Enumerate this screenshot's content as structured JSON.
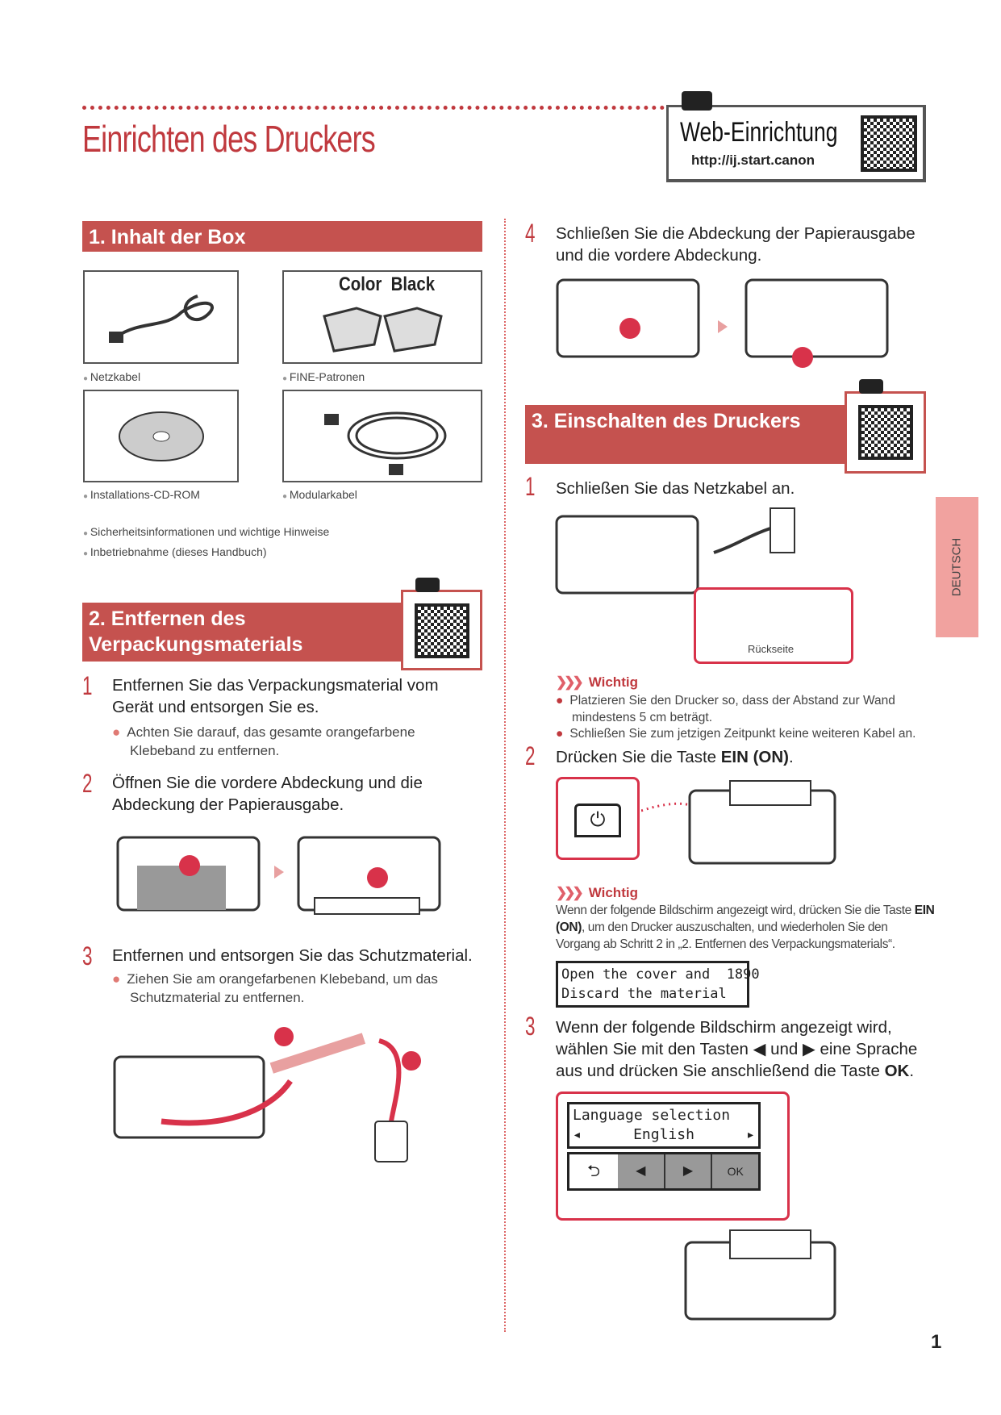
{
  "header": {
    "title": "Einrichten des Druckers",
    "web_title": "Web-Einrichtung",
    "web_url": "http://ij.start.canon"
  },
  "section1": {
    "title": "1. Inhalt der Box",
    "items": [
      "Netzkabel",
      "FINE-Patronen",
      "Installations-CD-ROM",
      "Modularkabel"
    ],
    "cartridge_labels": [
      "Color",
      "Black"
    ],
    "extra": [
      "Sicherheitsinformationen und wichtige Hinweise",
      "Inbetriebnahme (dieses Handbuch)"
    ]
  },
  "section2": {
    "title_line1": "2. Entfernen des",
    "title_line2": "Verpackungsmaterials",
    "steps": [
      {
        "n": "1",
        "text": "Entfernen Sie das Verpackungsmaterial vom Gerät und entsorgen Sie es.",
        "sub": "Achten Sie darauf, das gesamte orangefarbene Klebeband zu entfernen."
      },
      {
        "n": "2",
        "text": "Öffnen Sie die vordere Abdeckung und die Abdeckung der Papierausgabe."
      },
      {
        "n": "3",
        "text": "Entfernen und entsorgen Sie das Schutzmaterial.",
        "sub": "Ziehen Sie am orangefarbenen Klebeband, um das Schutzmaterial zu entfernen."
      },
      {
        "n": "4",
        "text": "Schließen Sie die Abdeckung der Papierausgabe und die vordere Abdeckung."
      }
    ]
  },
  "section3": {
    "title": "3. Einschalten des Druckers",
    "step1": {
      "n": "1",
      "text": "Schließen Sie das Netzkabel an.",
      "callout": "Rückseite"
    },
    "wichtig1": {
      "label": "Wichtig",
      "bullets": [
        "Platzieren Sie den Drucker so, dass der Abstand zur Wand mindestens 5 cm beträgt.",
        "Schließen Sie zum jetzigen Zeitpunkt keine weiteren Kabel an."
      ]
    },
    "step2": {
      "n": "2",
      "text": "Drücken Sie die Taste ",
      "bold": "EIN (ON)",
      "end": "."
    },
    "wichtig2": {
      "label": "Wichtig",
      "pre": "Wenn der folgende Bildschirm angezeigt wird, drücken Sie die Taste ",
      "bold": "EIN (ON)",
      "post": ", um den Drucker auszuschalten, und wiederholen Sie den Vorgang ab Schritt 2 in „2. Entfernen des Verpackungsmaterials“."
    },
    "lcd1": [
      "Open the cover and  1890",
      "Discard the material"
    ],
    "step3": {
      "n": "3",
      "pre": "Wenn der folgende Bildschirm angezeigt wird, wählen Sie mit den Tasten ◀ und ▶ eine Sprache aus und drücken Sie anschließend die Taste ",
      "bold": "OK",
      "end": "."
    },
    "lcd2": [
      "Language selection",
      "English"
    ],
    "ok_label": "OK"
  },
  "side_tab": "DEUTSCH",
  "page_number": "1",
  "marks": [
    "1",
    "2"
  ]
}
